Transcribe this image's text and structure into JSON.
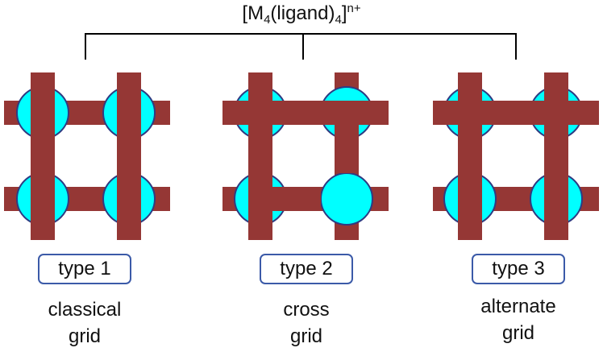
{
  "formula": {
    "open_bracket": "[M",
    "metal_sub": "4",
    "ligand_text": "(ligand)",
    "ligand_sub": "4",
    "close_bracket": "]",
    "charge_sup": "n+"
  },
  "colors": {
    "ligand": "#953735",
    "metal_fill": "#00ffff",
    "metal_stroke": "#2f3b82",
    "box_border": "#3b5aa8"
  },
  "grids": [
    {
      "type_label": "type 1",
      "caption_line1": "classical",
      "caption_line2": "grid"
    },
    {
      "type_label": "type 2",
      "caption_line1": "cross",
      "caption_line2": "grid"
    },
    {
      "type_label": "type 3",
      "caption_line1": "alternate",
      "caption_line2": "grid"
    }
  ]
}
